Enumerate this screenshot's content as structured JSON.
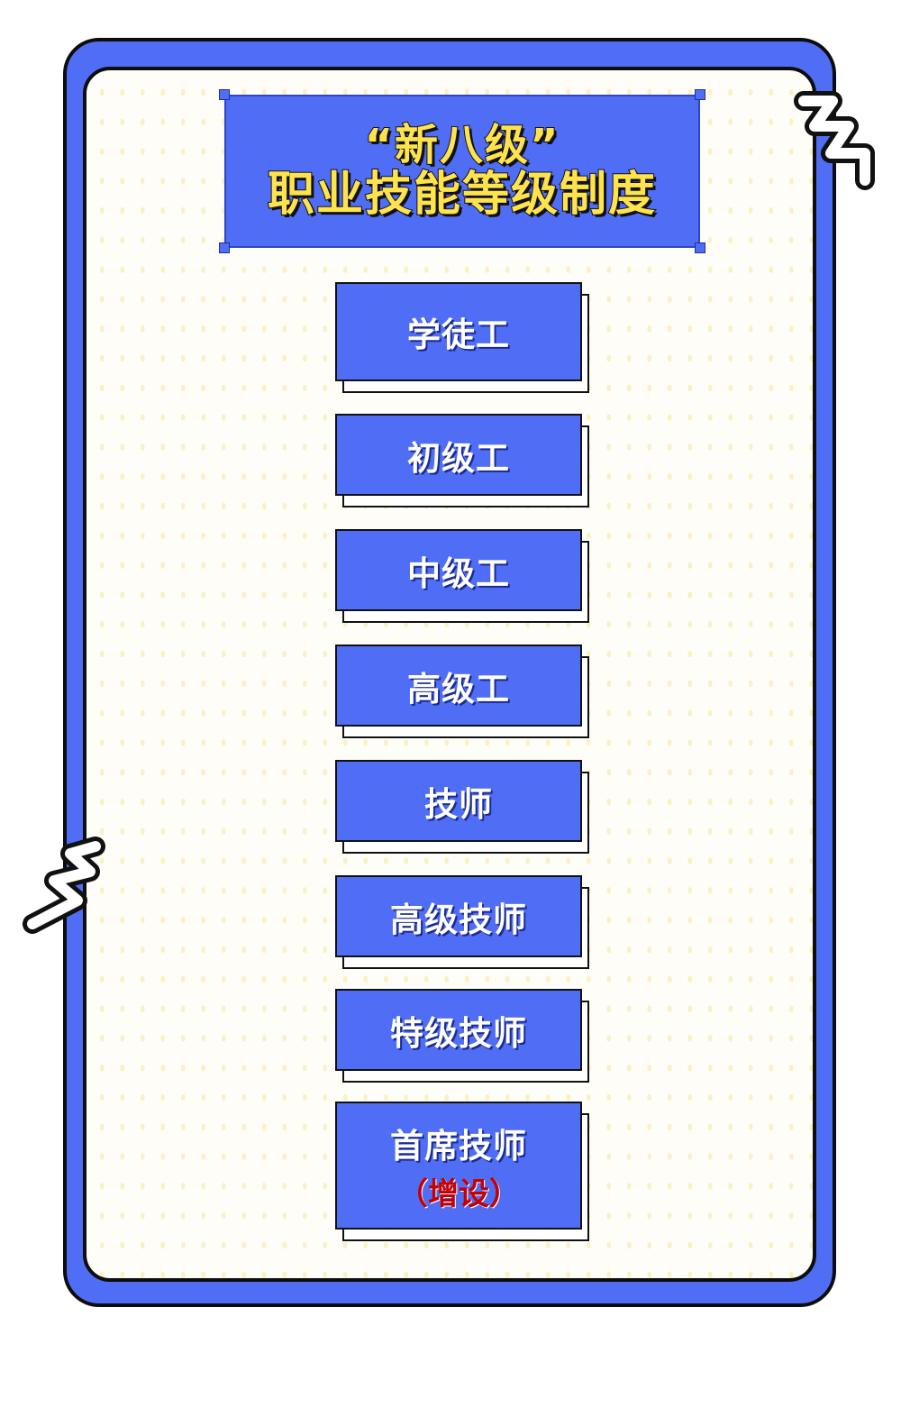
{
  "title": {
    "line1": "“新八级”",
    "line2": "职业技能等级制度"
  },
  "levels": [
    {
      "label": "学徒工"
    },
    {
      "label": "初级工"
    },
    {
      "label": "中级工"
    },
    {
      "label": "高级工"
    },
    {
      "label": "技师"
    },
    {
      "label": "高级技师"
    },
    {
      "label": "特级技师"
    },
    {
      "label": "首席技师",
      "note": "（增设）"
    }
  ],
  "colors": {
    "primary_blue": "#4f6df5",
    "title_yellow": "#ffe34d",
    "note_red": "#c40000",
    "dot_yellow": "#fbf1c4"
  },
  "icons": {
    "top_right": "zigzag-decoration-icon",
    "left_middle": "zigzag-decoration-icon"
  }
}
